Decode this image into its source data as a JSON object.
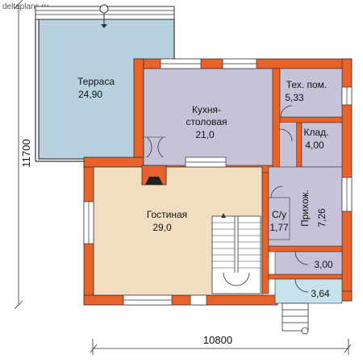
{
  "watermark": "deltaplans.ru",
  "rooms": {
    "terrace": {
      "name": "Терраса",
      "area": "24,90"
    },
    "kitchen": {
      "name1": "Кухня-",
      "name2": "столовая",
      "area": "21,0"
    },
    "tech": {
      "name": "Тех. пом.",
      "area": "5,33"
    },
    "storage": {
      "name": "Клад.",
      "area": "4,00"
    },
    "hall": {
      "name": "Прихож.",
      "area": "7,26"
    },
    "bath": {
      "name": "С/у",
      "area": "1,77"
    },
    "living": {
      "name": "Гостиная",
      "area": "29,0"
    },
    "vestibule": {
      "area": "3,00"
    },
    "porch": {
      "area": "3,64"
    }
  },
  "dimensions": {
    "height": "11700",
    "width": "10800"
  },
  "colors": {
    "wall": "#e8622a",
    "terrace": "#b7d1df",
    "kitchen": "#c8c2d8",
    "living": "#f3ddc0",
    "porch": "#c6e2ea"
  }
}
